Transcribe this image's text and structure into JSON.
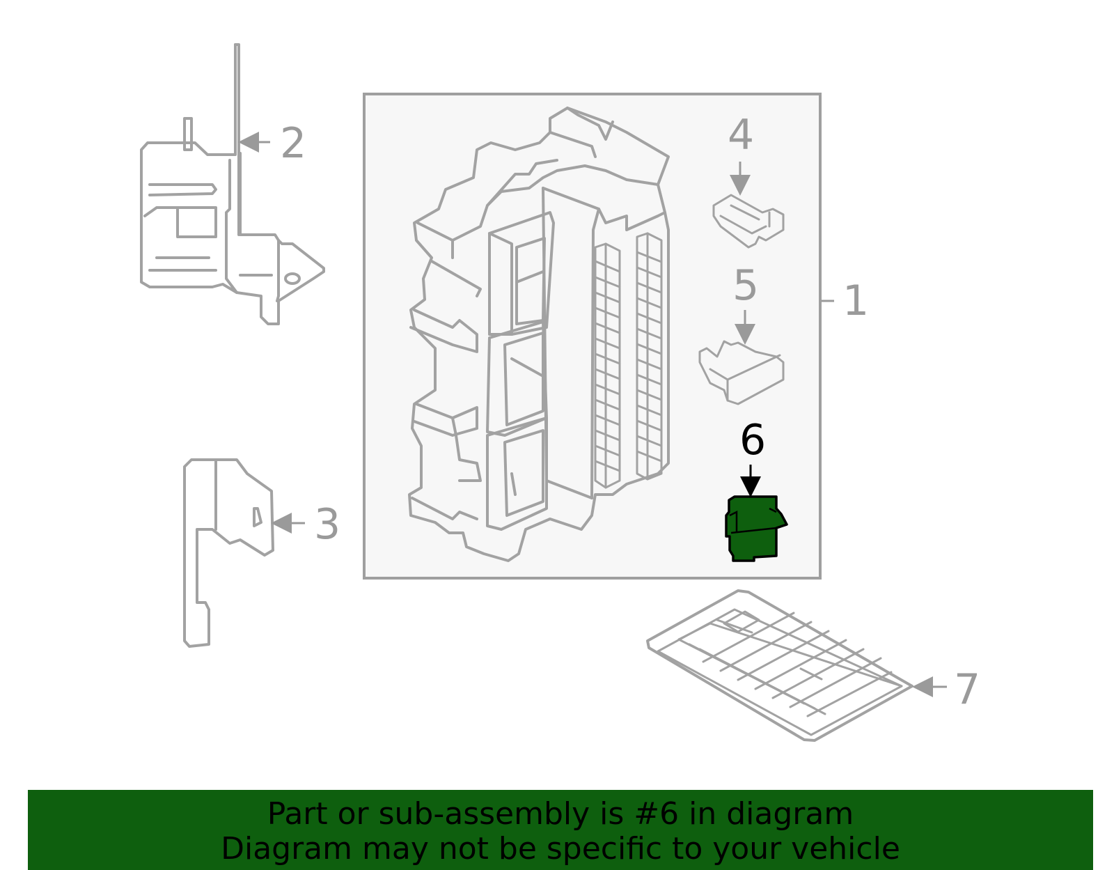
{
  "colors": {
    "part_stroke": "#a2a2a2",
    "box_fill": "#f7f7f7",
    "highlight": "#0e5f0e",
    "banner_bg": "#0e5f0e"
  },
  "callouts": [
    {
      "id": "1",
      "label": "1"
    },
    {
      "id": "2",
      "label": "2"
    },
    {
      "id": "3",
      "label": "3"
    },
    {
      "id": "4",
      "label": "4"
    },
    {
      "id": "5",
      "label": "5"
    },
    {
      "id": "6",
      "label": "6",
      "highlighted": true
    },
    {
      "id": "7",
      "label": "7"
    }
  ],
  "banner": {
    "line1": "Part or sub-assembly is #6 in diagram",
    "line2": "Diagram may not be specific to your vehicle"
  }
}
